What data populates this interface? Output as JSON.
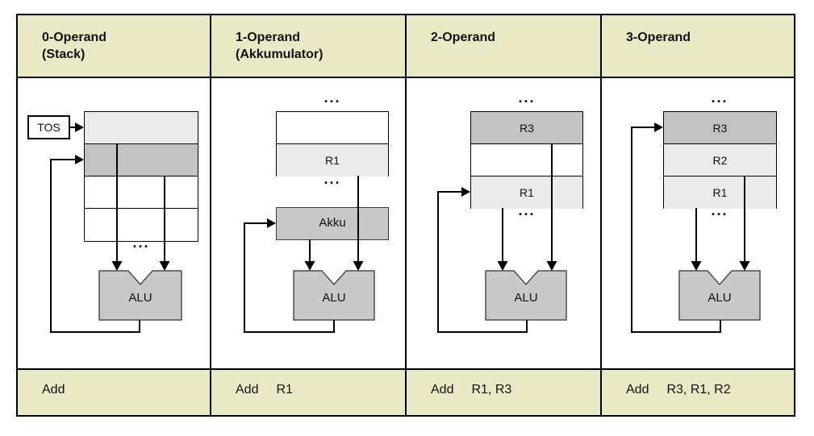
{
  "palette": {
    "band_bg": "#e9e9c6",
    "row_light": "#ebebeb",
    "row_dark": "#c2c2c2",
    "alu_fill": "#c8c8c8",
    "line_color": "#000000"
  },
  "columns": [
    {
      "header": {
        "title": "0-Operand",
        "subtitle": "(Stack)"
      },
      "instruction": {
        "mnemonic": "Add",
        "operands": ""
      },
      "diagram": {
        "tos_label": "TOS",
        "rows": [
          {
            "label": "",
            "shade": "light"
          },
          {
            "label": "",
            "shade": "dark"
          },
          {
            "label": "",
            "shade": "white"
          },
          {
            "label": "",
            "shade": "white"
          }
        ],
        "ellipsis_bottom": "...",
        "alu_label": "ALU"
      }
    },
    {
      "header": {
        "title": "1-Operand",
        "subtitle": "(Akkumulator)"
      },
      "instruction": {
        "mnemonic": "Add",
        "operands": "R1"
      },
      "diagram": {
        "ellipsis_top": "...",
        "rows": [
          {
            "label": "",
            "shade": "white"
          },
          {
            "label": "R1",
            "shade": "light"
          }
        ],
        "ellipsis_bottom": "...",
        "akku_label": "Akku",
        "alu_label": "ALU"
      }
    },
    {
      "header": {
        "title": "2-Operand",
        "subtitle": ""
      },
      "instruction": {
        "mnemonic": "Add",
        "operands": "R1, R3"
      },
      "diagram": {
        "ellipsis_top": "...",
        "rows": [
          {
            "label": "R3",
            "shade": "dark"
          },
          {
            "label": "",
            "shade": "white"
          },
          {
            "label": "R1",
            "shade": "light"
          }
        ],
        "ellipsis_bottom": "...",
        "alu_label": "ALU"
      }
    },
    {
      "header": {
        "title": "3-Operand",
        "subtitle": ""
      },
      "instruction": {
        "mnemonic": "Add",
        "operands": "R3, R1, R2"
      },
      "diagram": {
        "ellipsis_top": "...",
        "rows": [
          {
            "label": "R3",
            "shade": "dark"
          },
          {
            "label": "R2",
            "shade": "light"
          },
          {
            "label": "R1",
            "shade": "light"
          }
        ],
        "ellipsis_bottom": "...",
        "alu_label": "ALU"
      }
    }
  ]
}
